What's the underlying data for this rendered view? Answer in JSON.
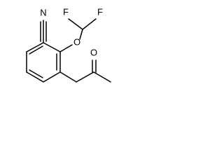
{
  "molecule": {
    "atom_labels": {
      "nitrile_n": "N",
      "fluorine_1": "F",
      "fluorine_2": "F",
      "ether_o": "O",
      "carbonyl_o": "O"
    }
  }
}
